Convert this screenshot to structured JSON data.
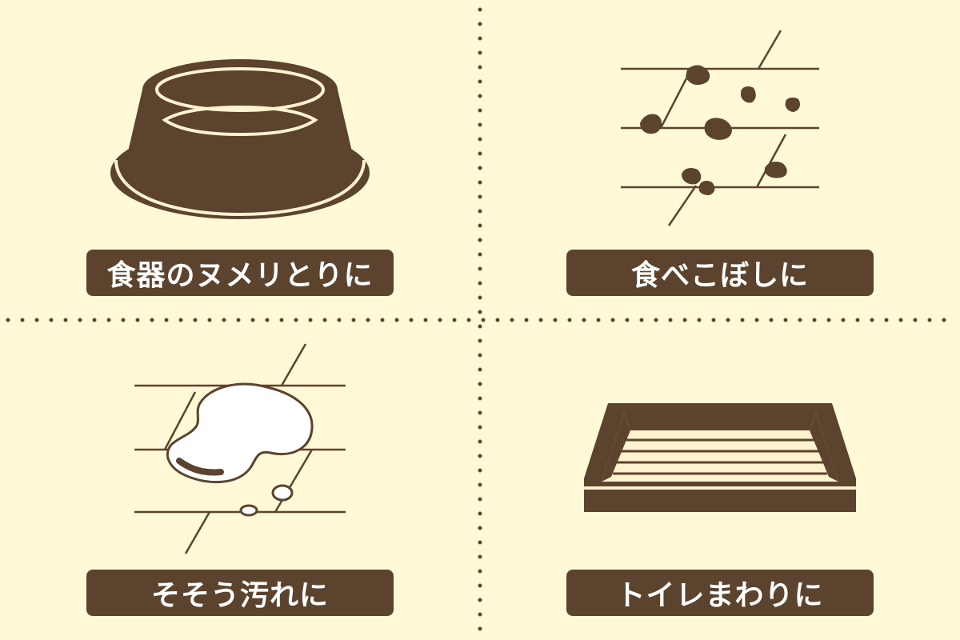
{
  "panels": [
    {
      "id": "tableware",
      "label": "食器のヌメリとりに",
      "icon": "pet-bowl-icon"
    },
    {
      "id": "food-spill",
      "label": "食べこぼしに",
      "icon": "food-crumbs-icon"
    },
    {
      "id": "accident",
      "label": "そそう汚れに",
      "icon": "puddle-stain-icon"
    },
    {
      "id": "toilet",
      "label": "トイレまわりに",
      "icon": "pet-toilet-tray-icon"
    }
  ],
  "colors": {
    "background": "#fff9d7",
    "primary": "#5c432d",
    "label_text": "#ffffff",
    "highlight": "#fff3cf"
  }
}
